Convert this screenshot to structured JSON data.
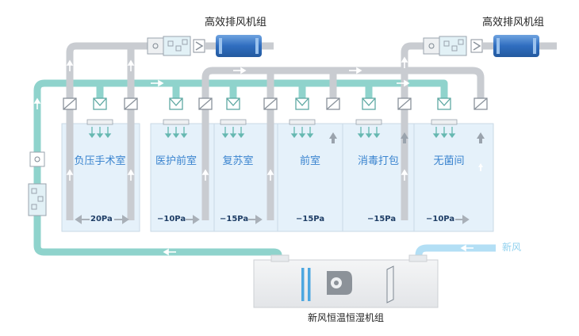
{
  "exhaust_units": [
    {
      "label": "高效排风机组"
    },
    {
      "label": "高效排风机组"
    }
  ],
  "rooms": [
    {
      "name": "负压手术室",
      "pressure": "20Pa"
    },
    {
      "name": "医护前室",
      "pressure": "−10Pa"
    },
    {
      "name": "复苏室",
      "pressure": "−15Pa"
    },
    {
      "name": "前室",
      "pressure": "−15Pa"
    },
    {
      "name": "消毒打包",
      "pressure": "−15Pa"
    },
    {
      "name": "无菌间",
      "pressure": "−10Pa"
    }
  ],
  "fresh_air": {
    "label": "新风"
  },
  "ahu": {
    "label": "新风恒温恒湿机组"
  },
  "colors": {
    "supply_duct": "#8fd3cc",
    "exhaust_duct": "#c9ccd1",
    "fresh_air_duct": "#b3dff5",
    "room_fill": "#e5f1fa",
    "room_text": "#3a84cf",
    "fan_blue": "#3b78c4"
  },
  "icons": [
    "filter-icon",
    "damper-icon",
    "fan-icon",
    "arrow-icon",
    "diffuser-icon"
  ]
}
